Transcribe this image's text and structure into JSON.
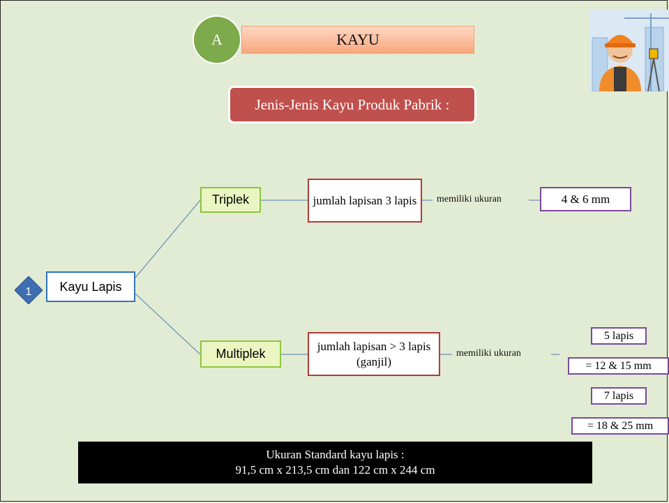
{
  "header": {
    "badge_letter": "A",
    "title": "KAYU",
    "subtitle": "Jenis-Jenis Kayu Produk Pabrik :"
  },
  "root": {
    "number": "1",
    "label": "Kayu Lapis"
  },
  "branches": {
    "triplek": {
      "label": "Triplek",
      "layers": "jumlah lapisan 3 lapis",
      "connector": "memiliki ukuran",
      "size": "4 & 6 mm"
    },
    "multiplek": {
      "label": "Multiplek",
      "layers": "jumlah lapisan > 3 lapis (ganjil)",
      "connector": "memiliki ukuran",
      "option1_layers": "5 lapis",
      "option1_size": "= 12 & 15 mm",
      "option2_layers": "7 lapis",
      "option2_size": "= 18 & 25 mm"
    }
  },
  "footer": {
    "line1": "Ukuran Standard kayu lapis :",
    "line2": "91,5 cm x 213,5 cm  dan 122 cm x 244 cm"
  },
  "colors": {
    "background": "#e2ebd3",
    "accent_red": "#c0504d",
    "accent_green": "#7daa4a",
    "diamond_blue": "#3f6eb0"
  },
  "illustration": "engineer-with-surveying-tool"
}
